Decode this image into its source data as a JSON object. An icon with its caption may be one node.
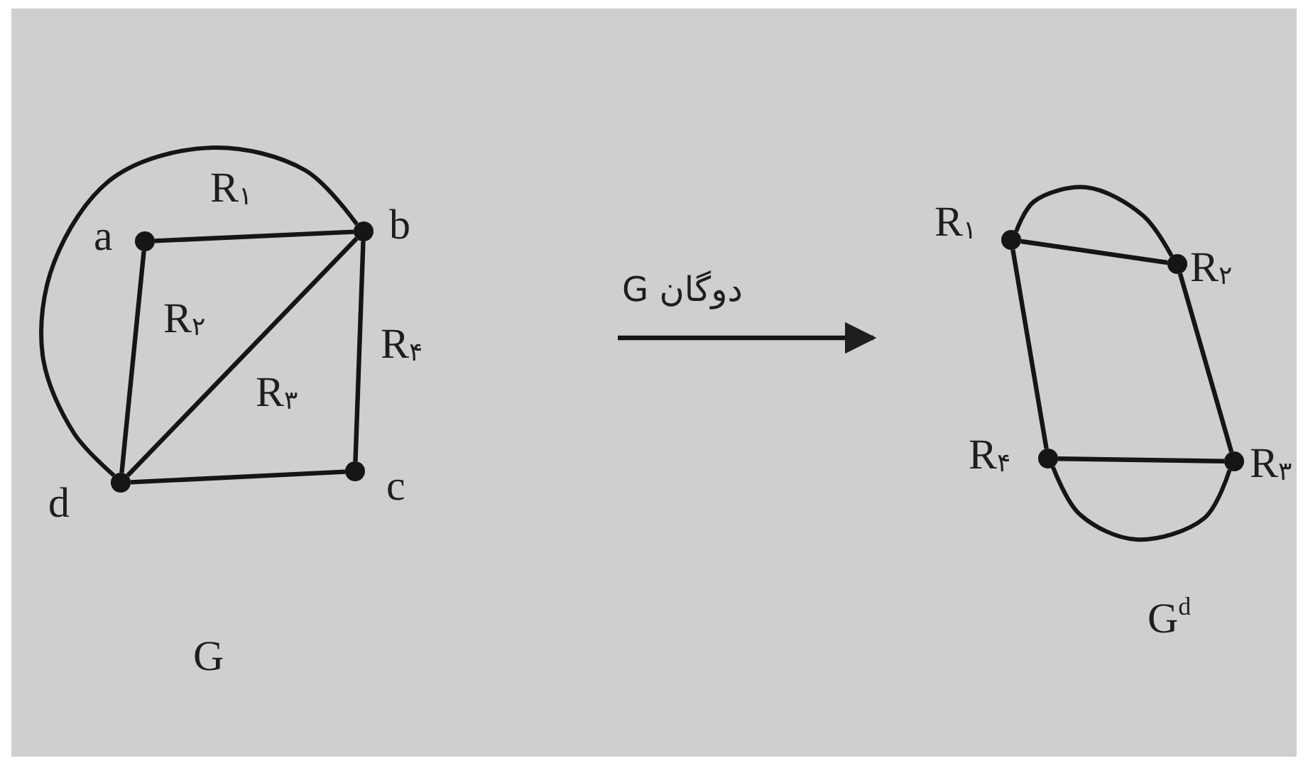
{
  "diagram": {
    "nodes": [
      {
        "text": [],
        "shape": "circle",
        "beside": [
          "a"
        ]
      },
      {
        "text": [],
        "shape": "circle",
        "beside": [
          "b"
        ]
      },
      {
        "text": [],
        "shape": "circle",
        "beside": [
          "c"
        ]
      },
      {
        "text": [],
        "shape": "circle",
        "beside": [
          "d"
        ]
      },
      {
        "text": [],
        "shape": "circle",
        "beside": [
          "R$_{۱}$"
        ]
      },
      {
        "text": [],
        "shape": "circle",
        "beside": [
          "R$_{۲}$"
        ]
      },
      {
        "text": [],
        "shape": "circle",
        "beside": [
          "R$_{۴}$"
        ]
      },
      {
        "text": [],
        "shape": "circle",
        "beside": [
          "R$_{۳}$"
        ]
      }
    ],
    "edges": [
      {
        "from": 0,
        "to": 1,
        "arrow": "none"
      },
      {
        "from": 1,
        "to": 3,
        "arrow": "none"
      },
      {
        "from": 0,
        "to": 3,
        "arrow": "none"
      },
      {
        "from": 1,
        "to": 3,
        "arrow": "none"
      },
      {
        "from": 1,
        "to": 2,
        "arrow": "none"
      },
      {
        "from": 3,
        "to": 2,
        "arrow": "none"
      },
      {
        "from": 4,
        "to": 5,
        "arrow": "none"
      },
      {
        "from": 4,
        "to": 5,
        "arrow": "none"
      },
      {
        "from": 4,
        "to": 6,
        "arrow": "none"
      },
      {
        "from": 5,
        "to": 7,
        "arrow": "none"
      },
      {
        "from": 6,
        "to": 7,
        "arrow": "none"
      },
      {
        "from": 6,
        "to": 7,
        "arrow": "none"
      }
    ],
    "labels": [
      "R$_{۱}$",
      "R$_{۲}$",
      "R$_{۴}$",
      "R$_{۳}$",
      "دوگان G",
      "G",
      "G$^{d}$"
    ]
  }
}
